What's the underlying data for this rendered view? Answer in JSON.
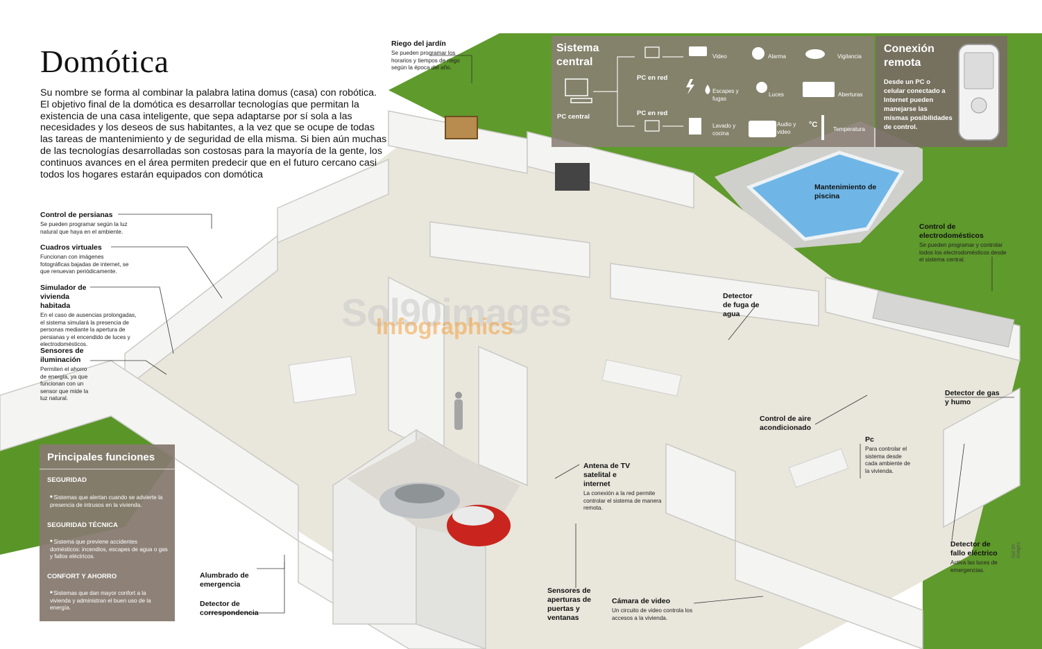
{
  "title": "Domótica",
  "intro": "Su nombre se forma al combinar la palabra latina domus (casa) con robótica. El objetivo final de la domótica es desarrollar tecnologías que permitan la existencia de una casa inteligente, que sepa adaptarse por sí sola a las necesidades y los deseos de sus habitantes, a la vez que se ocupe de todas las tareas de mantenimiento y de seguridad de ella misma. Si bien aún muchas de las tecnologías desarrolladas son costosas para la mayoría de la gente, los continuos avances en el área permiten predecir que en el futuro cercano casi todos los hogares estarán equipados con domótica",
  "central_system": {
    "title": "Sistema central",
    "pc_central": "PC central",
    "pc_red_top": "PC en red",
    "pc_red_bottom": "PC en red",
    "items": {
      "video": "Video",
      "alarma": "Alarma",
      "vigilancia": "Vigilancia",
      "escapes": "Escapes y fugas",
      "luces": "Luces",
      "aberturas": "Aberturas",
      "lavado": "Lavado y cocina",
      "audio": "Audio y video",
      "temperatura": "Temperatura",
      "temp_symbol": "°C"
    }
  },
  "remote": {
    "title": "Conexión remota",
    "text": "Desde un PC o celular conectado a Internet pueden manejarse las mismas posibilidades de control."
  },
  "labels": {
    "riego": {
      "h": "Riego del jardín",
      "d": "Se pueden programar los horarios y tiempos de riego según la época del año."
    },
    "persianas": {
      "h": "Control de persianas",
      "d": "Se pueden programar según la luz natural que haya en el ambiente."
    },
    "cuadros": {
      "h": "Cuadros virtuales",
      "d": "Funcionan con imágenes fotográficas bajadas de internet, se que renuevan periódicamente."
    },
    "simulador": {
      "h": "Simulador de vivienda habitada",
      "d": "En el caso de ausencias prolongadas, el sistema simulará la presencia de personas mediante la apertura de persianas y el encendido de luces y electrodomésticos."
    },
    "sensores_ilum": {
      "h": "Sensores de iluminación",
      "d": "Permiten el ahorro de energía, ya que funcionan con un sensor que mide la luz natural."
    },
    "piscina": {
      "h": "Mantenimiento de piscina"
    },
    "electro": {
      "h": "Control de electrodomésticos",
      "d": "Se pueden programar y controlar todos los electrodomésticos desde el sistema central."
    },
    "fuga": {
      "h": "Detector de fuga de agua"
    },
    "gas": {
      "h": "Detector de gas y humo"
    },
    "aire": {
      "h": "Control de aire acondicionado"
    },
    "pc": {
      "h": "Pc",
      "d": "Para controlar el sistema desde cada ambiente de la vivienda."
    },
    "antena": {
      "h": "Antena de TV satelital e internet",
      "d": "La conexión a la red permite controlar el sistema de manera remota."
    },
    "fallo": {
      "h": "Detector de fallo eléctrico",
      "d": "Activa las luces de emergencias."
    },
    "alumbrado": {
      "h": "Alumbrado de emergencia"
    },
    "correspondencia": {
      "h": "Detector de correspondencia"
    },
    "aperturas": {
      "h": "Sensores de aperturas de puertas y ventanas"
    },
    "camara": {
      "h": "Cámara de video",
      "d": "Un circuito de video controla los accesos a la vivienda."
    }
  },
  "functions": {
    "title": "Principales funciones",
    "sections": [
      {
        "h": "SEGURIDAD",
        "d": "Sistemas que alertan cuando se advierte la presencia de intrusos en la vivienda."
      },
      {
        "h": "SEGURIDAD TÉCNICA",
        "d": "Sistema que previene accidentes domésticos: incendios, escapes de agua o gas y fallos eléctricos."
      },
      {
        "h": "CONFORT Y AHORRO",
        "d": "Sistemas que dan mayor confort a la vivienda y administran el buen uso de la energía."
      }
    ]
  },
  "watermark": {
    "top": "Sol90images",
    "bottom": "Infographics"
  },
  "credit": "Sol 90 Images",
  "colors": {
    "grass": "#5f9a2c",
    "floor": "#e9e6dc",
    "wall": "#f3f3f1",
    "panel": "#8a7e74",
    "pool": "#6fb6e6"
  }
}
